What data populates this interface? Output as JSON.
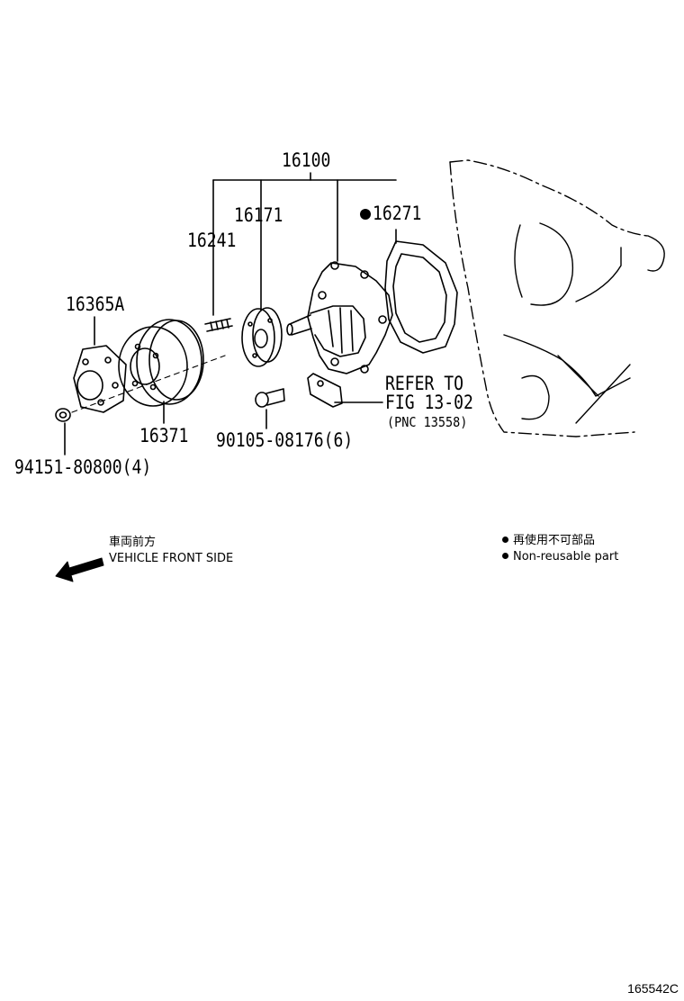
{
  "labels": {
    "p16100": "16100",
    "p16171": "16171",
    "p16271": "16271",
    "p16241": "16241",
    "p16365a": "16365A",
    "p16371": "16371",
    "p90105": "90105-08176(6)",
    "p94151": "94151-80800(4)",
    "refer_line1": "REFER TO",
    "refer_line2": "FIG 13-02",
    "refer_line3": "(PNC 13558)"
  },
  "legend": {
    "jp": "再使用不可部品",
    "en": "Non-reusable part"
  },
  "direction": {
    "jp": "車両前方",
    "en": "VEHICLE FRONT SIDE"
  },
  "figure_id": "165542C"
}
